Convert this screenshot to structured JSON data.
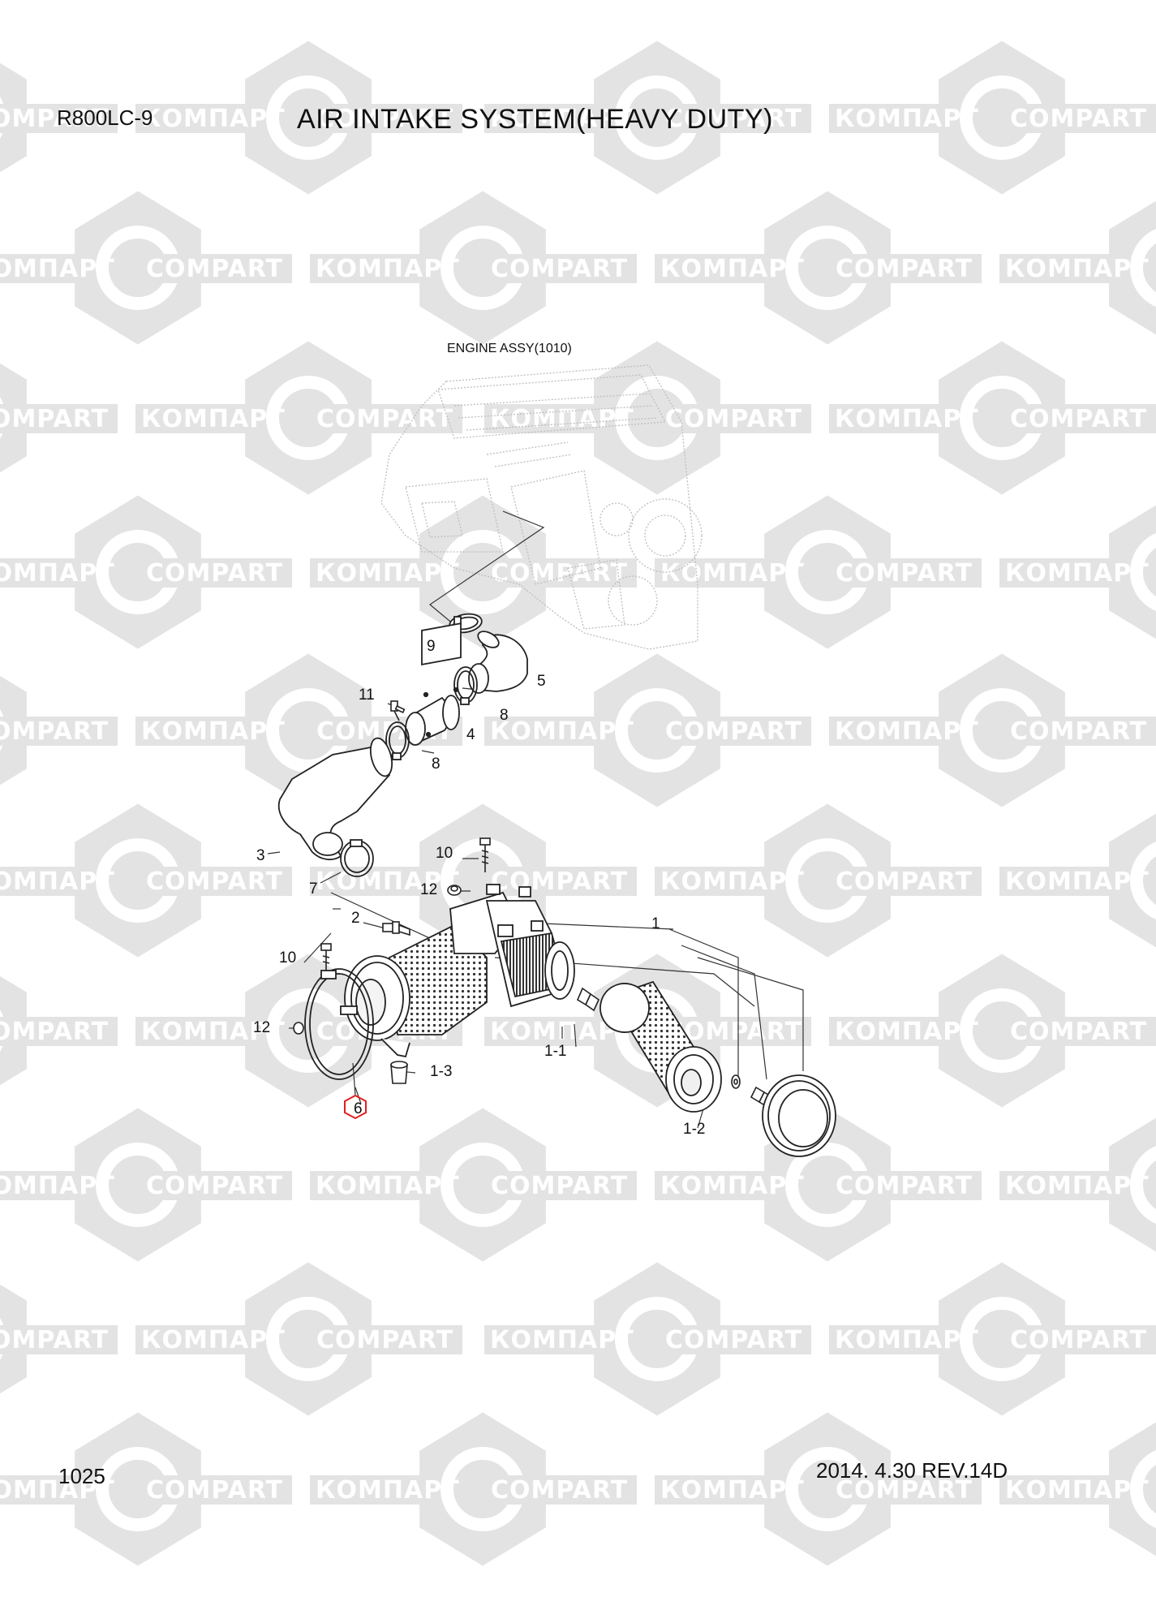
{
  "header": {
    "model": "R800LC-9",
    "title": "AIR INTAKE SYSTEM(HEAVY DUTY)"
  },
  "footer": {
    "page_number": "1025",
    "revision": "2014. 4.30  REV.14D"
  },
  "reference_label": "ENGINE ASSY(1010)",
  "callouts": [
    "1",
    "1-1",
    "1-2",
    "1-3",
    "2",
    "3",
    "4",
    "5",
    "6",
    "7",
    "8",
    "8",
    "9",
    "10",
    "10",
    "11",
    "12",
    "12"
  ],
  "watermark": {
    "text_cyrillic": "КОМПАРТ",
    "text_latin": "COMPART"
  },
  "colors": {
    "watermark_gray": "#e3e3e3",
    "line": "#222222",
    "engine_ghost": "#bdbdbd",
    "highlight": "#e02020"
  }
}
